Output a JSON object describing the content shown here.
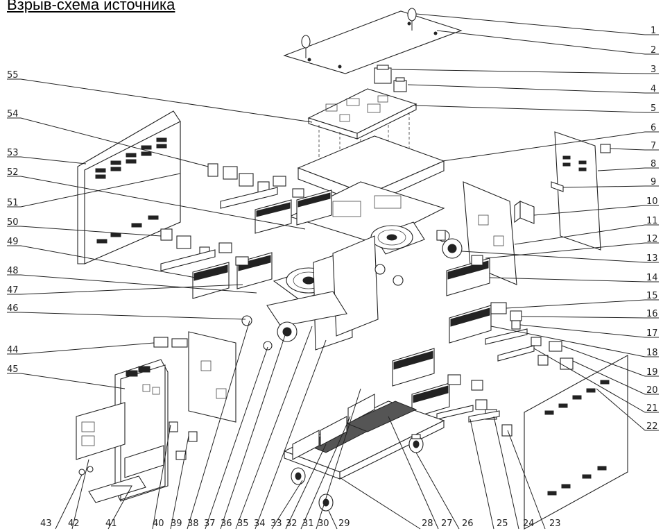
{
  "title": "Взрыв-схема источника",
  "callouts": {
    "right": [
      "1",
      "2",
      "3",
      "4",
      "5",
      "6",
      "7",
      "8",
      "9",
      "10",
      "11",
      "12",
      "13",
      "14",
      "15",
      "16",
      "17",
      "18",
      "19",
      "20",
      "21",
      "22"
    ],
    "bottom": [
      "23",
      "24",
      "25",
      "26",
      "27",
      "28",
      "29",
      "30",
      "31",
      "32",
      "33",
      "34",
      "35",
      "36",
      "37",
      "38",
      "39",
      "40",
      "41",
      "42",
      "43"
    ],
    "left": [
      "44",
      "45",
      "46",
      "47",
      "48",
      "49",
      "50",
      "51",
      "52",
      "53",
      "54",
      "55"
    ]
  }
}
